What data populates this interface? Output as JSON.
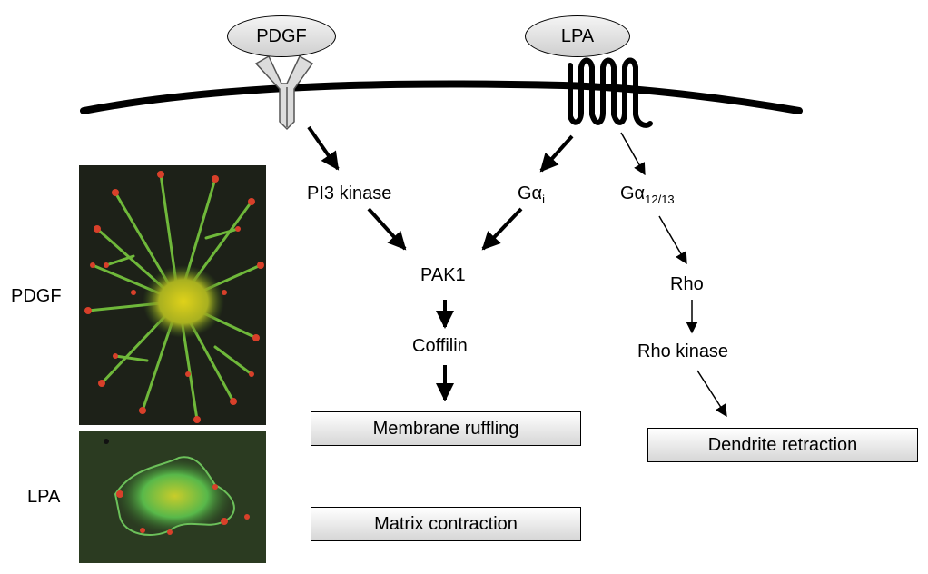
{
  "ligands": {
    "pdgf": "PDGF",
    "lpa": "LPA"
  },
  "nodes": {
    "pi3k": "PI3 kinase",
    "galpha_i_base": "Gα",
    "galpha_i_sub": "i",
    "galpha_1213_base": "Gα",
    "galpha_1213_sub": "12/13",
    "pak1": "PAK1",
    "coffilin": "Coffilin",
    "rho": "Rho",
    "rho_kinase": "Rho kinase"
  },
  "outcomes": {
    "membrane_ruffling": "Membrane ruffling",
    "matrix_contraction": "Matrix contraction",
    "dendrite_retraction": "Dendrite retraction"
  },
  "micrographs": {
    "pdgf_label": "PDGF",
    "lpa_label": "LPA"
  },
  "colors": {
    "line": "#000000",
    "box_top": "#ffffff",
    "box_bottom": "#d6d6d6",
    "cell_green": "#4fb84a",
    "cell_red": "#d8402a",
    "cell_yellow": "#d9d21c"
  }
}
